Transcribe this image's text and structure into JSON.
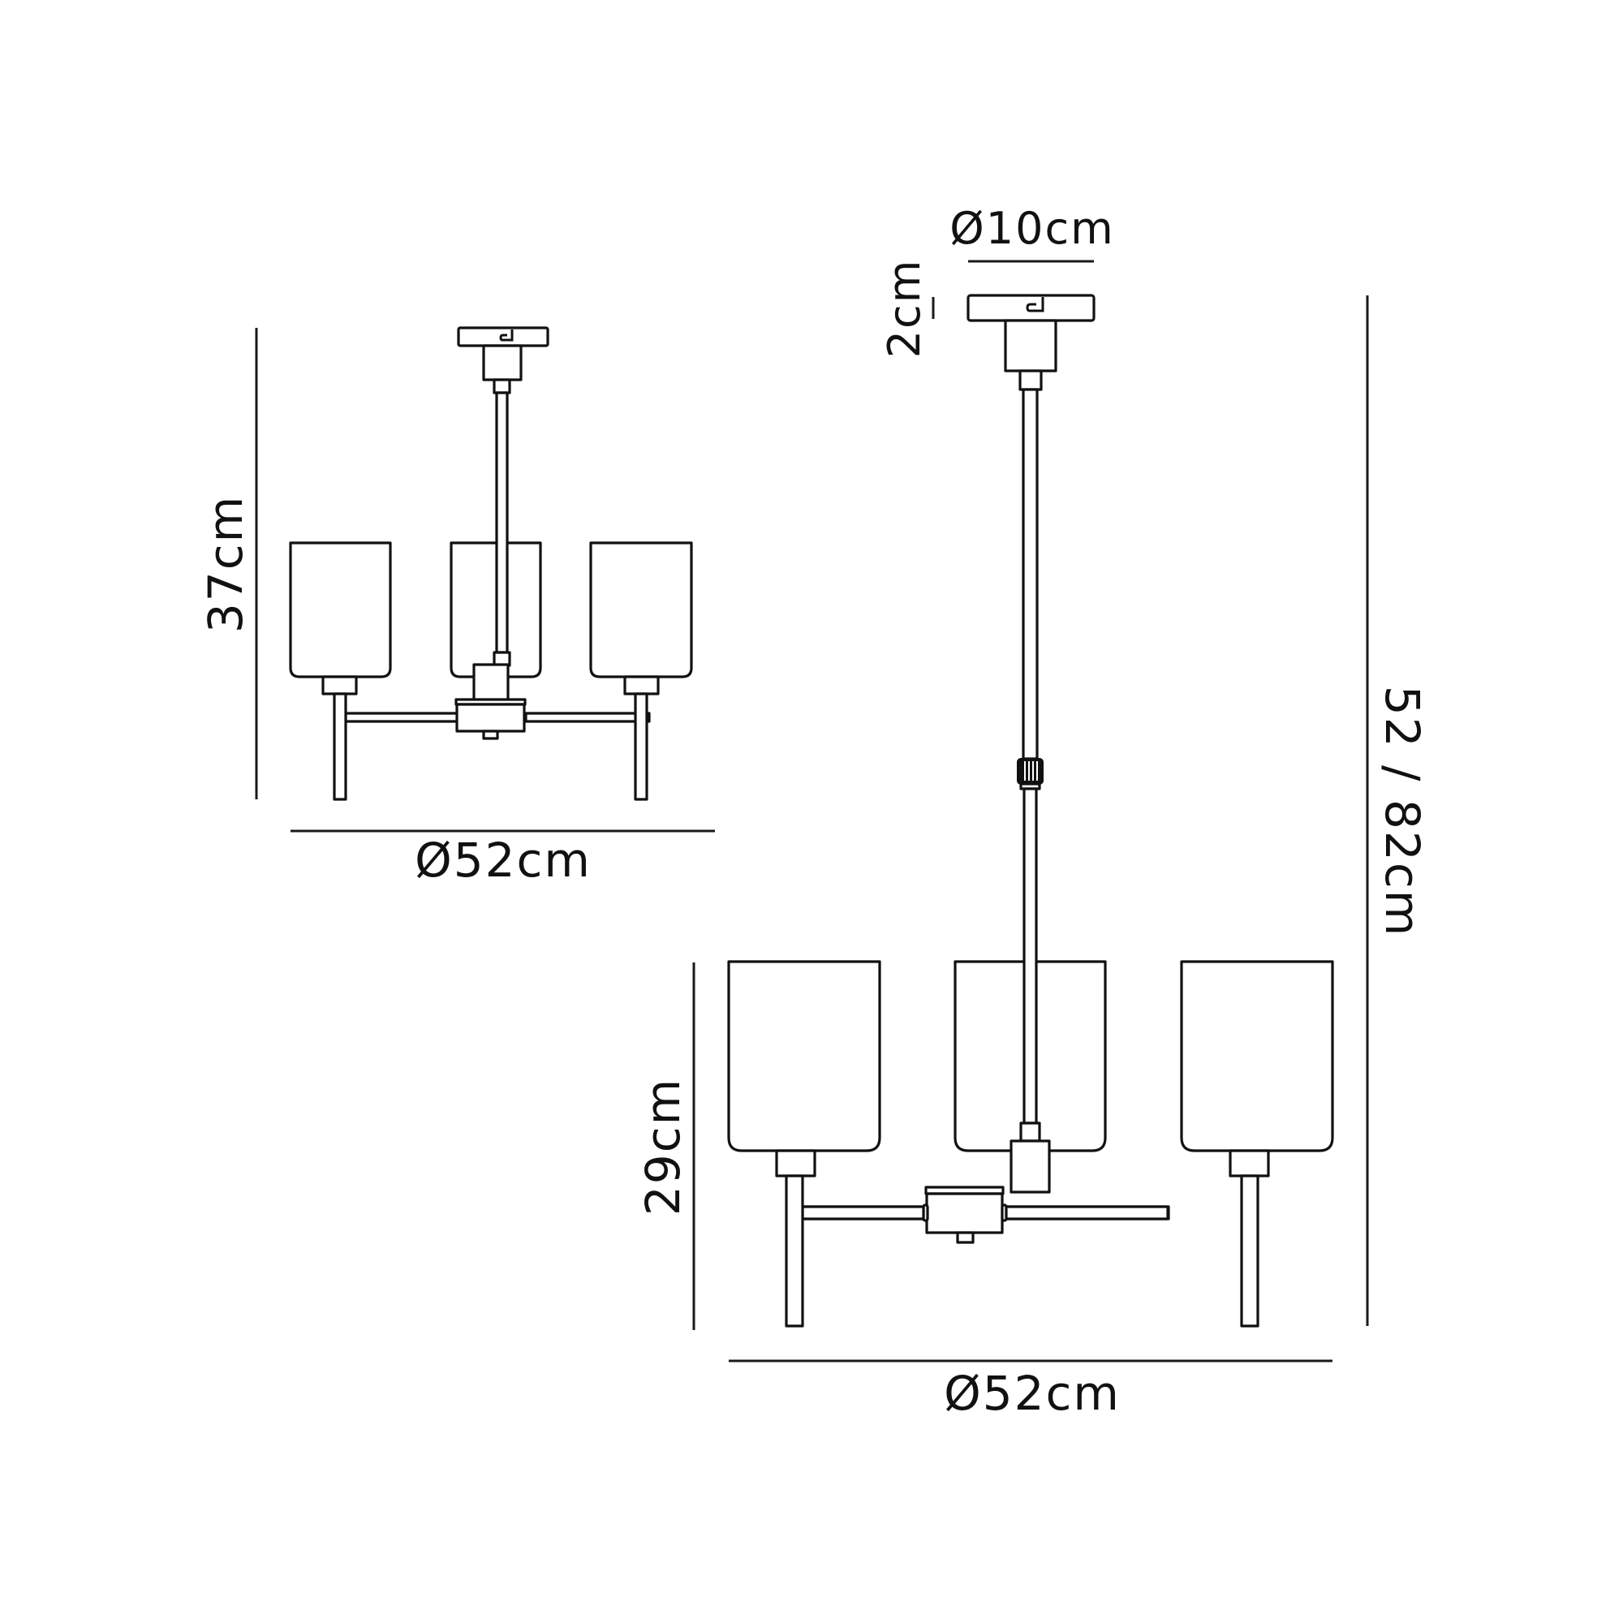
{
  "diagram": {
    "subject": "three-light chandelier dimension drawing",
    "line_color": "#111111",
    "background": "#ffffff",
    "small_view": {
      "height_label": "37cm",
      "width_label": "Ø52cm"
    },
    "large_view": {
      "canopy_diameter_label": "Ø10cm",
      "canopy_height_label": "2cm",
      "overall_height_label": "52 / 82cm",
      "shade_height_label": "29cm",
      "width_label": "Ø52cm"
    }
  }
}
